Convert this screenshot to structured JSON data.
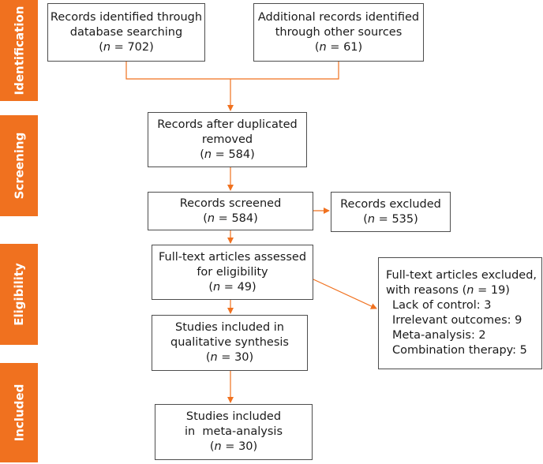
{
  "colors": {
    "accent": "#f0711f",
    "border": "#4d4d4d",
    "text": "#1a1a1a"
  },
  "phases": {
    "identification": "Identification",
    "screening": "Screening",
    "eligibility": "Eligibility",
    "included": "Included"
  },
  "n_label": "n",
  "boxes": {
    "database": {
      "line1": "Records identified through",
      "line2": "database searching",
      "n": "702"
    },
    "other": {
      "line1": "Additional records identified",
      "line2": "through other sources",
      "n": "61"
    },
    "dedup": {
      "line1": "Records after duplicated",
      "line2": "removed",
      "n": "584"
    },
    "screened": {
      "line1": "Records screened",
      "n": "584"
    },
    "excluded": {
      "line1": "Records excluded",
      "n": "535"
    },
    "fulltext": {
      "line1": "Full-text articles assessed",
      "line2": "for eligibility",
      "n": "49"
    },
    "fulltext_excluded": {
      "line1": "Full-text articles excluded,",
      "line2": "with reasons (",
      "n": "19",
      "reasons": [
        "Lack of control: 3",
        "Irrelevant outcomes: 9",
        "Meta-analysis: 2",
        "Combination therapy: 5"
      ]
    },
    "qualitative": {
      "line1": "Studies included in",
      "line2": "qualitative synthesis",
      "n": "30"
    },
    "meta": {
      "line1": "Studies included",
      "line2": "in  meta-analysis",
      "n": "30"
    }
  }
}
